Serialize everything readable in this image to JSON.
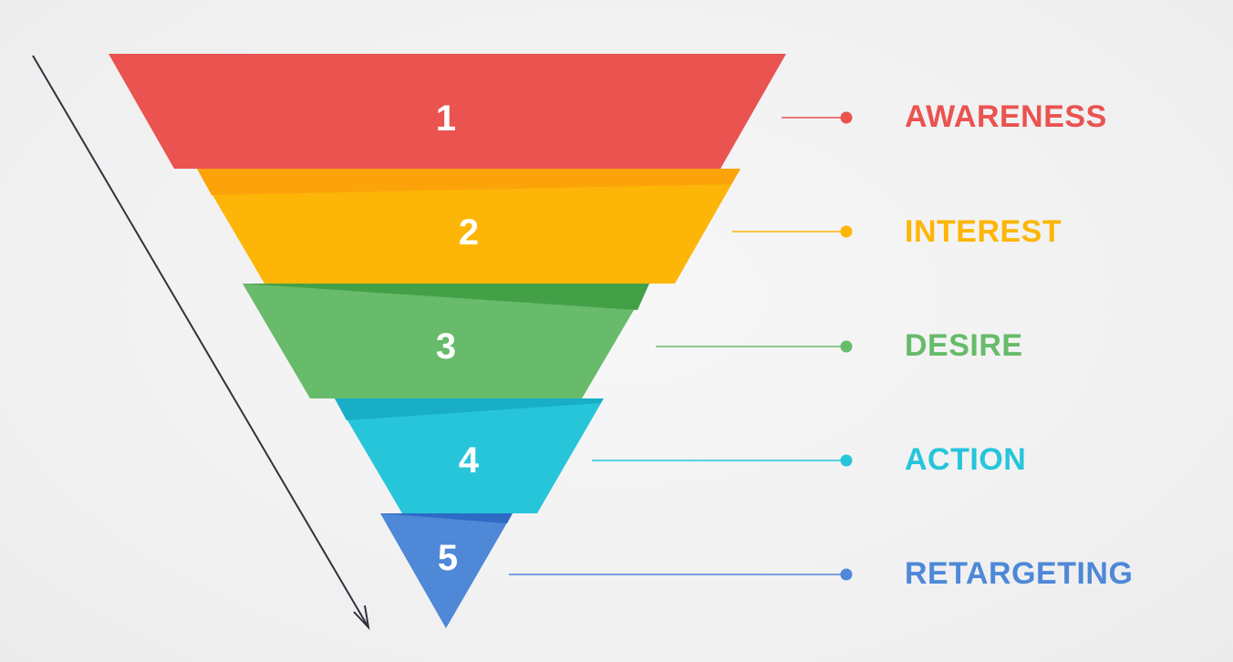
{
  "stages": [
    {
      "number": "1",
      "label": "AWARENESS",
      "color": "#ea5350",
      "shade": "#ea5350"
    },
    {
      "number": "2",
      "label": "INTEREST",
      "color": "#fdb607",
      "shade": "#fca30a"
    },
    {
      "number": "3",
      "label": "DESIRE",
      "color": "#67bb6a",
      "shade": "#43a047"
    },
    {
      "number": "4",
      "label": "ACTION",
      "color": "#26c5da",
      "shade": "#17aec6"
    },
    {
      "number": "5",
      "label": "RETARGETING",
      "color": "#4e88d7",
      "shade": "#2d6bc4"
    }
  ],
  "arrow_color": "#2f333a"
}
